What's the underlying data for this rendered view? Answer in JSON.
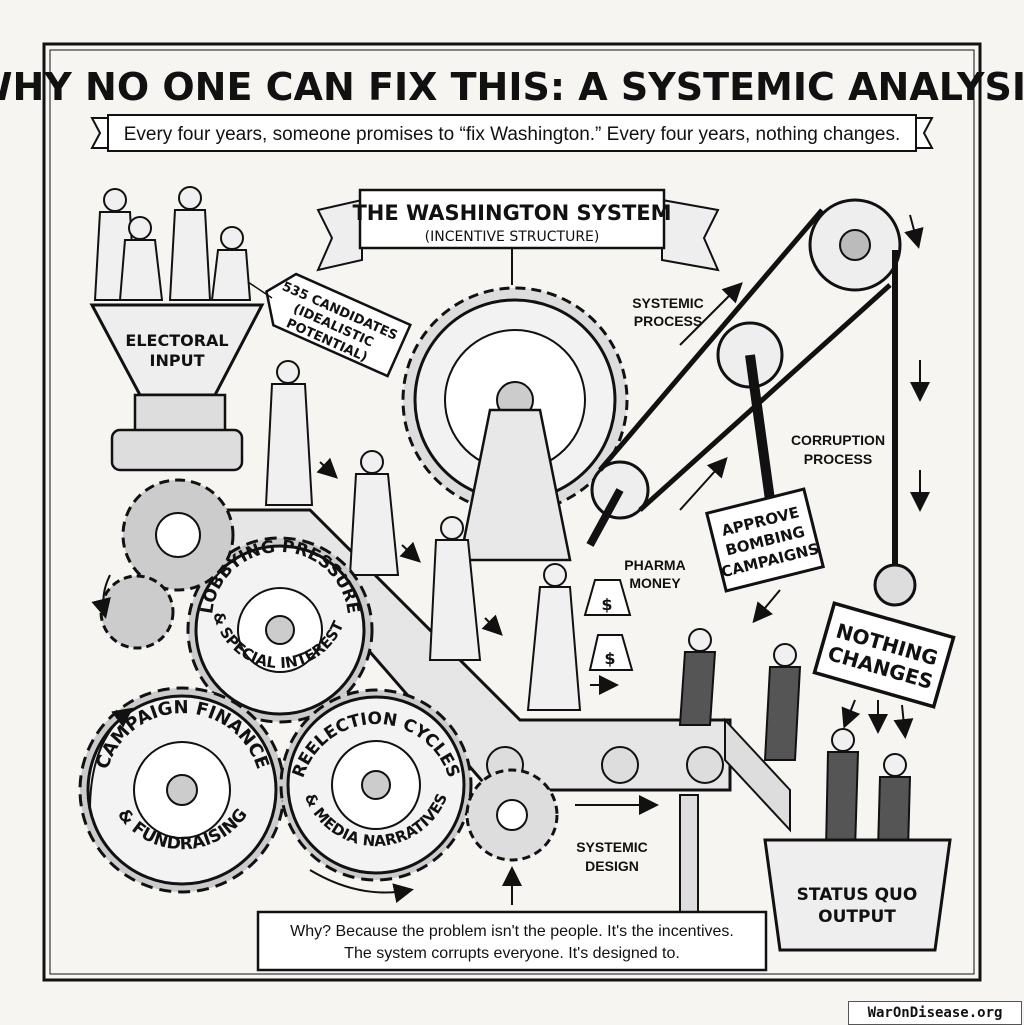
{
  "title": "WHY NO ONE CAN FIX THIS: A SYSTEMIC ANALYSIS",
  "subtitle": "Every four years, someone promises to “fix Washington.” Every four years, nothing changes.",
  "system_box": {
    "title": "THE WASHINGTON SYSTEM",
    "subtitle": "(INCENTIVE STRUCTURE)"
  },
  "funnel": {
    "line1": "ELECTORAL",
    "line2": "INPUT"
  },
  "tag": {
    "line1": "535 CANDIDATES",
    "line2": "(IDEALISTIC",
    "line3": "POTENTIAL)"
  },
  "gears": {
    "lobbying": {
      "top": "LOBBYING PRESSURE",
      "bottom": "& SPECIAL INTERESTS"
    },
    "campaign": {
      "top": "CAMPAIGN FINANCE",
      "bottom": "& FUNDRAISING"
    },
    "reelection": {
      "top": "REELECTION CYCLES",
      "bottom": "& MEDIA NARRATIVES"
    }
  },
  "labels": {
    "systemic_process": {
      "line1": "SYSTEMIC",
      "line2": "PROCESS"
    },
    "corruption_process": {
      "line1": "CORRUPTION",
      "line2": "PROCESS"
    },
    "pharma_money": {
      "line1": "PHARMA",
      "line2": "MONEY"
    },
    "systemic_design": {
      "line1": "SYSTEMIC",
      "line2": "DESIGN"
    }
  },
  "signs": {
    "approve": {
      "line1": "APPROVE",
      "line2": "BOMBING",
      "line3": "CAMPAIGNS"
    },
    "nothing": {
      "line1": "NOTHING",
      "line2": "CHANGES"
    }
  },
  "output_bin": {
    "line1": "STATUS QUO",
    "line2": "OUTPUT"
  },
  "money_symbol": "$",
  "conclusion": {
    "line1": "Why? Because the problem isn't the people. It's the incentives.",
    "line2": "The system corrupts everyone. It's designed to."
  },
  "watermark": "WarOnDisease.org"
}
